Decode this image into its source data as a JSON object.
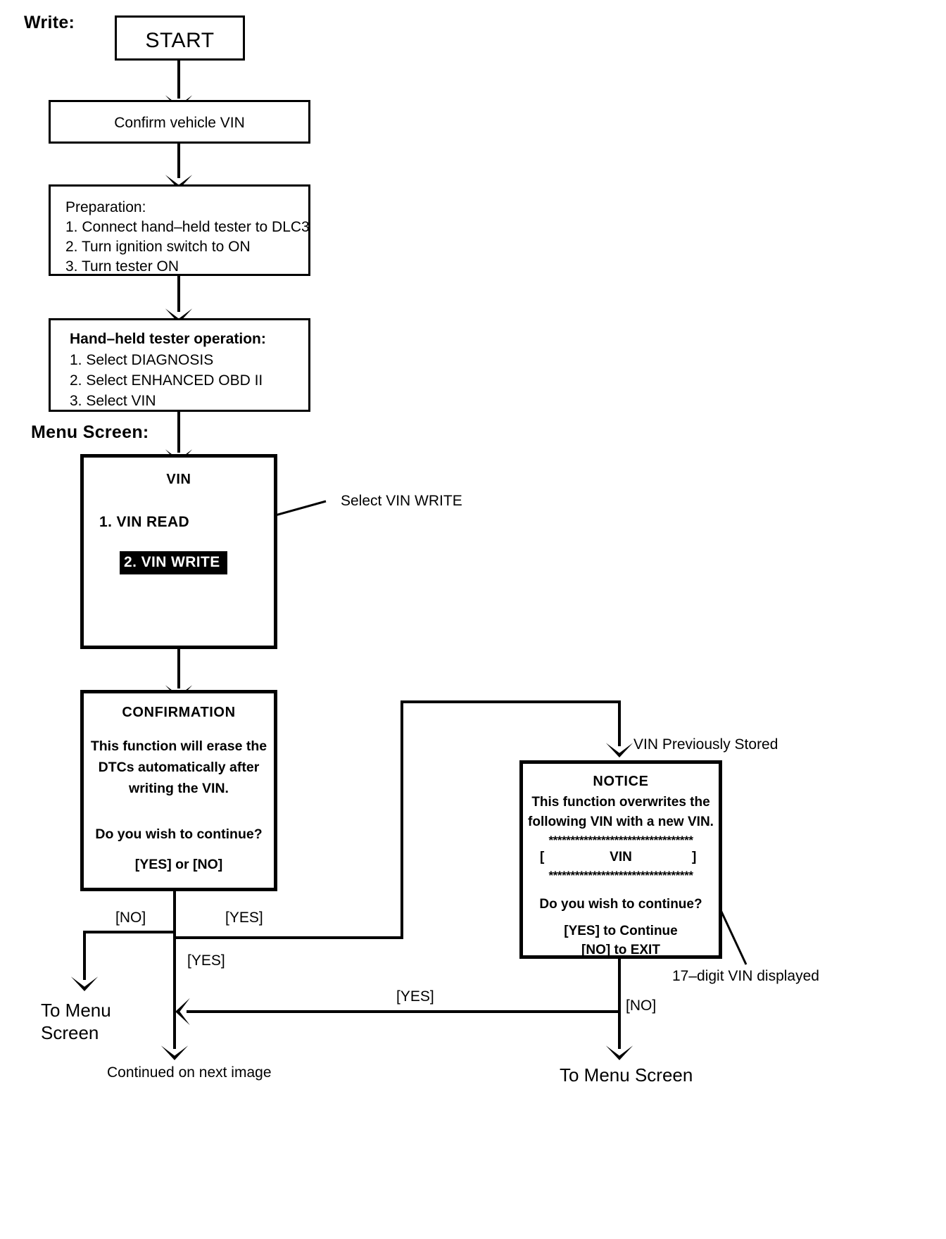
{
  "title_label": "Write:",
  "menu_screen_label": "Menu Screen:",
  "nodes": {
    "start": "START",
    "confirm_vin": "Confirm vehicle VIN",
    "preparation": {
      "heading": "Preparation:",
      "steps": [
        "1. Connect hand–held tester to DLC3",
        "2. Turn ignition switch to ON",
        "3. Turn tester ON"
      ]
    },
    "tester_operation": {
      "heading": "Hand–held tester operation:",
      "steps": [
        "1. Select DIAGNOSIS",
        "2. Select ENHANCED OBD II",
        "3. Select VIN"
      ]
    },
    "vin_menu": {
      "title": "VIN",
      "items": [
        "1. VIN READ",
        "2. VIN WRITE"
      ],
      "selected_index": 1
    },
    "confirmation": {
      "title": "CONFIRMATION",
      "lines": [
        "This function will erase the",
        "DTCs automatically after",
        "writing the VIN."
      ],
      "question": "Do you wish to continue?",
      "options": "[YES] or [NO]"
    },
    "notice": {
      "title": "NOTICE",
      "lines": [
        "This function overwrites the",
        "following VIN with a new VIN."
      ],
      "stars_top": "*********************************",
      "vin_field_open": "[",
      "vin_field_label": "VIN",
      "vin_field_close": "]",
      "stars_bottom": "*********************************",
      "question": "Do you wish to continue?",
      "option_yes": "[YES] to Continue",
      "option_no": "[NO] to EXIT"
    }
  },
  "callouts": {
    "select_vin_write": "Select VIN WRITE",
    "vin_previously_stored": "VIN Previously Stored",
    "seventeen_digit_vin": "17–digit VIN displayed"
  },
  "edge_labels": {
    "no_left": "[NO]",
    "yes_right": "[YES]",
    "yes_down": "[YES]",
    "yes_bottom": "[YES]",
    "no_bottom_right": "[NO]"
  },
  "terminals": {
    "to_menu_screen_left": "To Menu\nScreen",
    "continued": "Continued on next image",
    "to_menu_screen_right": "To Menu Screen"
  },
  "colors": {
    "ink": "#000000",
    "paper": "#ffffff",
    "highlight_bg": "#000000",
    "highlight_fg": "#ffffff"
  }
}
